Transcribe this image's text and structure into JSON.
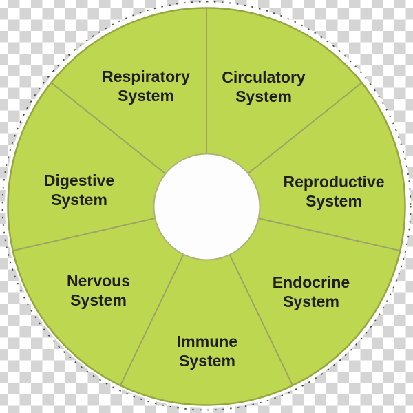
{
  "diagram": {
    "description": "Body systems wheel",
    "segments": [
      {
        "label": "Circulatory\nSystem"
      },
      {
        "label": "Reproductive\nSystem"
      },
      {
        "label": "Endocrine\nSystem"
      },
      {
        "label": "Immune\nSystem"
      },
      {
        "label": "Nervous\nSystem"
      },
      {
        "label": "Digestive\nSystem"
      },
      {
        "label": "Respiratory\nSystem"
      }
    ],
    "colors": {
      "segment_fill": "#bdd750",
      "segment_border": "#94a73f",
      "divider": "#9ba465",
      "hub_fill": "#fdfdfd",
      "hub_border": "#abb475",
      "backing_fill": "#ffffff",
      "dashed_outline": "#4f4f4f",
      "label_text": "#1f1f1f",
      "checker_gray": "#d5d5d5",
      "checker_white": "#ffffff"
    }
  }
}
